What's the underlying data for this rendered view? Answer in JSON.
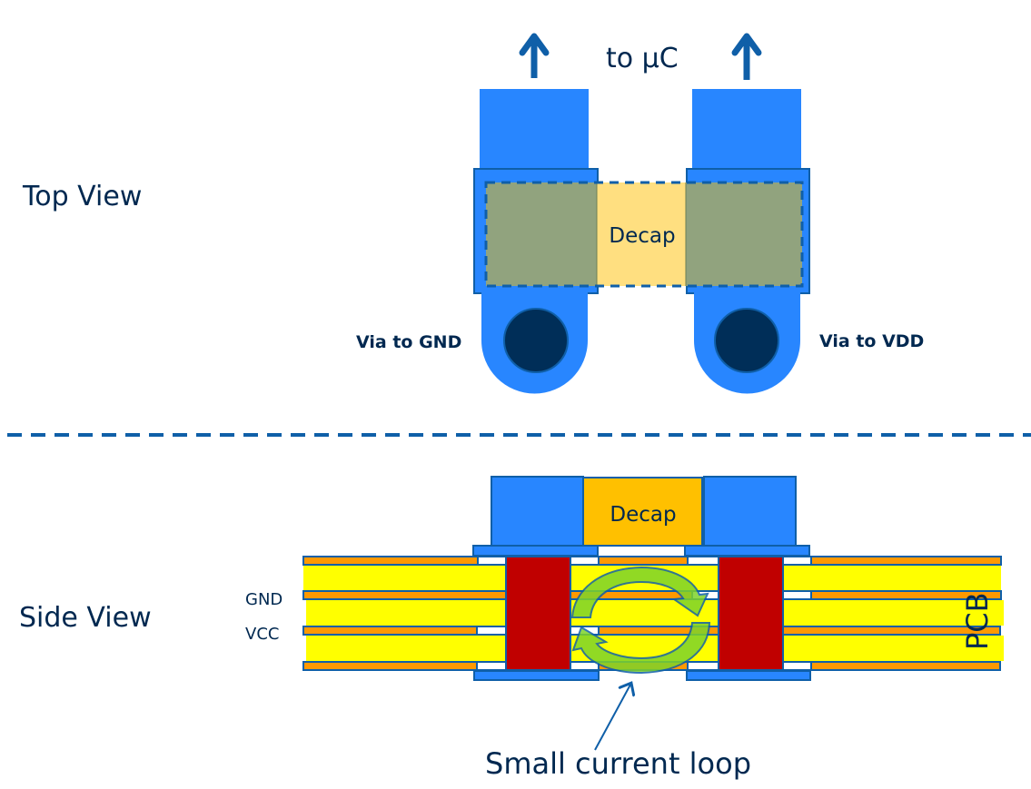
{
  "labels": {
    "top_view": "Top View",
    "side_view": "Side View",
    "to_uc": "to µC",
    "decap_top": "Decap",
    "decap_side": "Decap",
    "via_gnd": "Via to GND",
    "via_vdd": "Via to VDD",
    "gnd": "GND",
    "vcc": "VCC",
    "pcb": "PCB",
    "current_loop": "Small current loop"
  },
  "colors": {
    "pad_blue": "#2886FF",
    "outline_blue": "#0F5FA8",
    "via_dark": "#002E58",
    "terminal_green": "#91A37E",
    "decap_top_fill": "#FFDF80",
    "decap_side_fill": "#FFC000",
    "copper_orange": "#FF9900",
    "prepreg_yellow": "#FFFF00",
    "via_barrel_red": "#C00000",
    "loop_green": "#7ED32B",
    "text_navy": "#002850"
  }
}
